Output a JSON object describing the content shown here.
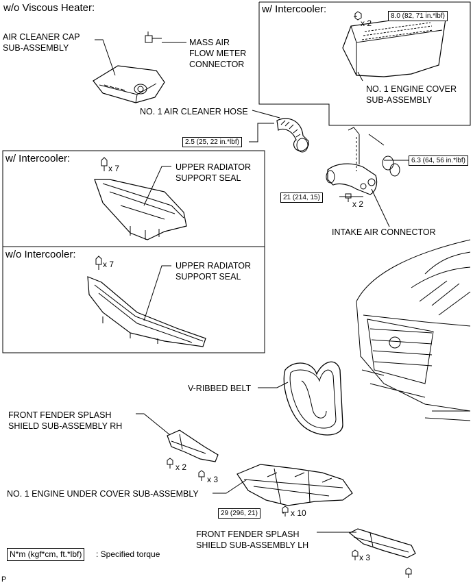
{
  "headings": {
    "viscous": "w/o Viscous Heater:",
    "intercooler_top": "w/ Intercooler:",
    "intercooler_panel": "w/ Intercooler:",
    "no_intercooler_panel": "w/o Intercooler:"
  },
  "labels": {
    "air_cleaner_cap": "AIR CLEANER CAP\nSUB-ASSEMBLY",
    "maf_connector": "MASS AIR\nFLOW METER\nCONNECTOR",
    "engine_cover": "NO. 1 ENGINE COVER\nSUB-ASSEMBLY",
    "air_cleaner_hose": "NO. 1 AIR CLEANER HOSE",
    "upper_seal_1": "UPPER RADIATOR\nSUPPORT SEAL",
    "upper_seal_2": "UPPER RADIATOR\nSUPPORT SEAL",
    "intake_connector": "INTAKE AIR CONNECTOR",
    "v_belt": "V-RIBBED BELT",
    "fender_rh": "FRONT FENDER SPLASH\nSHIELD SUB-ASSEMBLY RH",
    "under_cover": "NO. 1 ENGINE UNDER COVER SUB-ASSEMBLY",
    "fender_lh": "FRONT FENDER SPLASH\nSHIELD SUB-ASSEMBLY LH",
    "legend_desc": ": Specified torque",
    "page_marker": "P"
  },
  "torques": {
    "cover": "8.0 (82, 71 in.*lbf)",
    "hose": "2.5 (25, 22 in.*lbf)",
    "clamp": "6.3 (64, 56 in.*lbf)",
    "intake": "21 (214, 15)",
    "under": "29 (296, 21)",
    "legend": "N*m (kgf*cm, ft.*lbf)"
  },
  "counts": {
    "cover_bolts": "x 2",
    "seal1_clips": "x 7",
    "seal2_clips": "x 7",
    "intake_bolts": "x 2",
    "rh_clips": "x 2",
    "rh_screws": "x 3",
    "under_bolts": "x 10",
    "lh_screws": "x 3"
  }
}
